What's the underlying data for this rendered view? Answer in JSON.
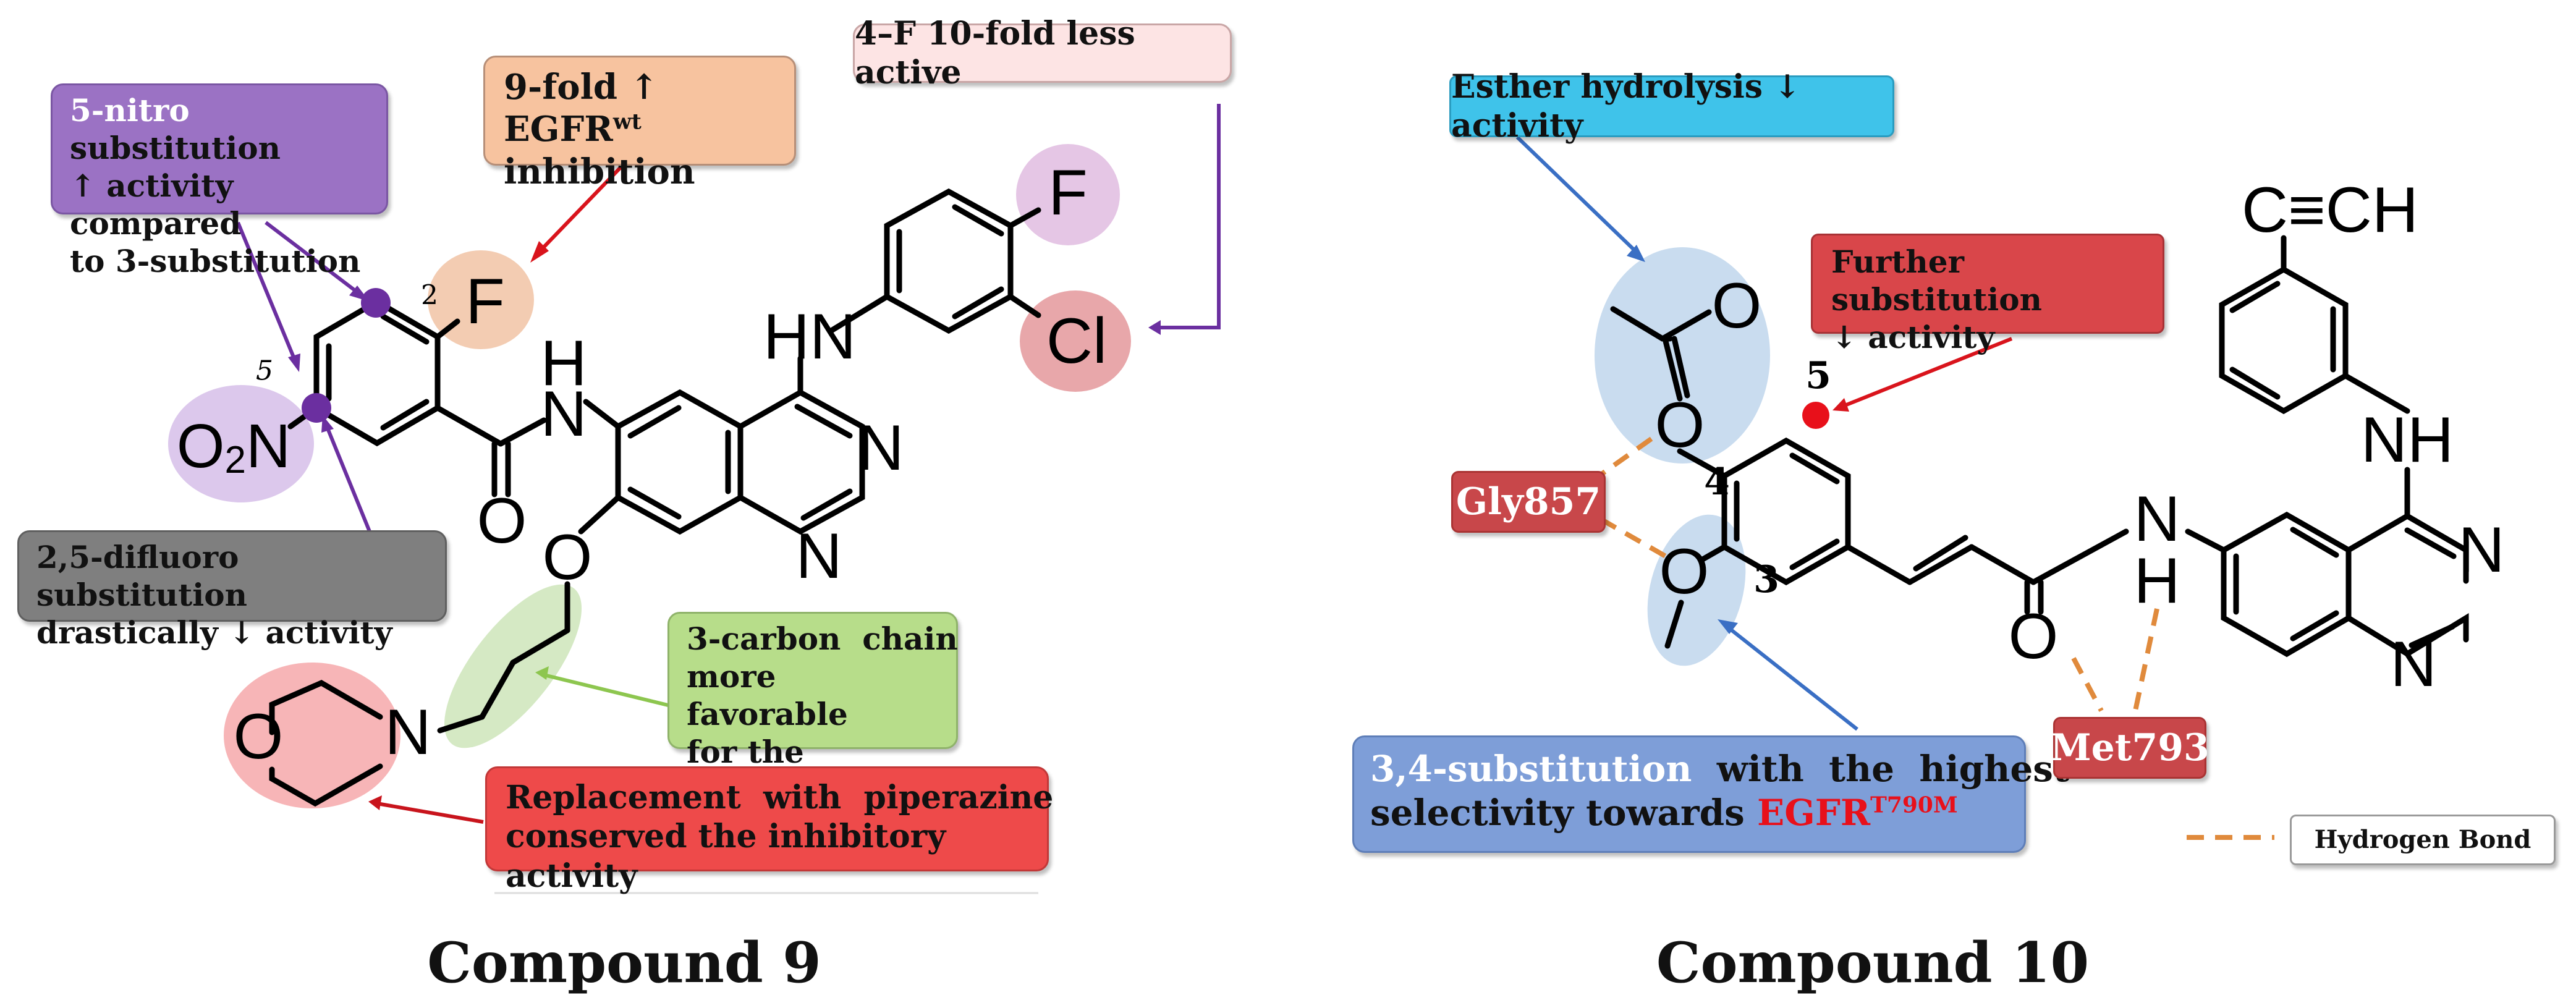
{
  "compound9": {
    "caption": "Compound 9",
    "callouts": {
      "four_f": "4–F 10-fold less active",
      "nine_fold_a": "9-fold ↑ EGFR",
      "nine_fold_sup": "wt",
      "nine_fold_b": "inhibition",
      "nitro_highlight": "5-nitro",
      "nitro_rest_1": " substitution",
      "nitro_line2": "↑ activity compared",
      "nitro_line3": "to 3-substitution",
      "difluoro_1": "2,5-difluoro substitution",
      "difluoro_2": "drastically ↓ activity",
      "carbon_1": "3-carbon  chain",
      "carbon_2": "more favorable",
      "carbon_3": "for the activity",
      "piperazine_1": "Replacement  with  piperazine",
      "piperazine_2": "conserved the inhibitory activity"
    },
    "atoms": {
      "F2": "F",
      "F4": "F",
      "Cl": "Cl",
      "NO2": "O2N",
      "HN": "HN",
      "H": "H",
      "N_amide": "N",
      "O_carbonyl": "O",
      "O_ether": "O",
      "N_morph": "N",
      "O_morph": "O",
      "N_q1": "N",
      "N_q2": "N"
    },
    "positions": {
      "p2": "2",
      "p5": "5"
    }
  },
  "compound10": {
    "caption": "Compound 10",
    "callouts": {
      "esther": "Esther hydrolysis ↓ activity",
      "further_1": "Further substitution",
      "further_2": "↓ activity",
      "sel_highlight": "3,4-substitution",
      "sel_rest": "  with  the  highest",
      "sel_line2_a": "selectivity towards ",
      "sel_egfr": "EGFR",
      "sel_sup": "T790M"
    },
    "residues": {
      "gly": "Gly857",
      "met": "Met793"
    },
    "legend": {
      "label": "Hydrogen Bond",
      "color": "#e08a3c"
    },
    "atoms": {
      "CH": "C≡CH",
      "NH_top": "NH",
      "N_amide": "N",
      "H_amide": "H",
      "O_carbonyl": "O",
      "O_ester": "O",
      "O_carbonyl_ester": "O",
      "O_methoxy": "O",
      "N_q1": "N",
      "N_q2": "N"
    },
    "positions": {
      "p3": "3",
      "p4": "4",
      "p5": "5"
    }
  },
  "colors": {
    "purple": "#9b72c4",
    "orange": "#f7c39f",
    "pink_light": "#fde4e4",
    "grey": "#7f7f7f",
    "green": "#b7dd8a",
    "red": "#ee4a4a",
    "cyan": "#3fc3ea",
    "blue_box": "#7e9ed8",
    "res": "#c8474a"
  }
}
